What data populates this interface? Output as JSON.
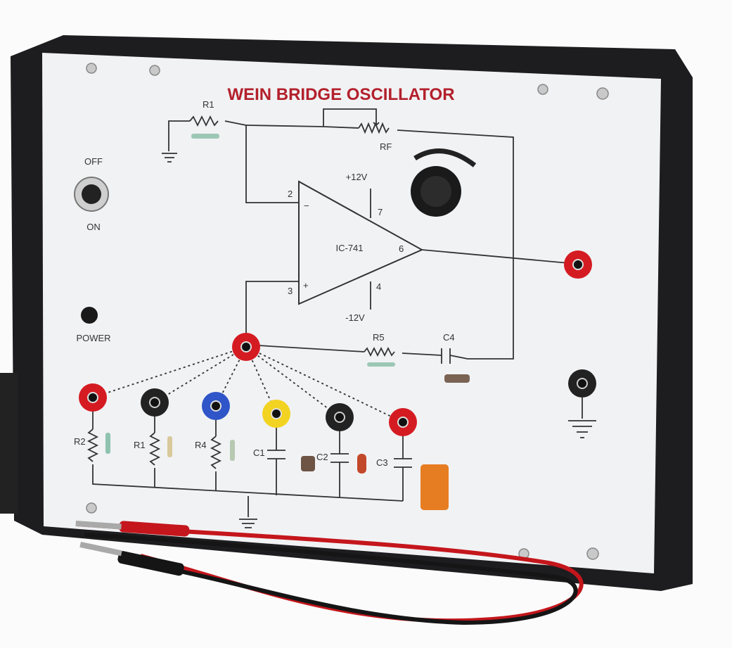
{
  "panel": {
    "title": "WEIN BRIDGE OSCILLATOR",
    "title_color": "#b3202c",
    "switch": {
      "off_label": "OFF",
      "on_label": "ON"
    },
    "power_label": "POWER",
    "opamp": {
      "name": "IC-741",
      "vplus": "+12V",
      "vminus": "-12V",
      "pins": {
        "inv": "2",
        "noninv": "3",
        "vcc": "7",
        "vee": "4",
        "out": "6"
      },
      "inv_sign": "−",
      "noninv_sign": "+"
    },
    "components": {
      "r1_top": "R1",
      "rf": "RF",
      "r5": "R5",
      "c4": "C4",
      "bottom": [
        "R2",
        "R1",
        "R4",
        "C1",
        "C2",
        "C3"
      ]
    },
    "jack_colors": [
      "#d51b22",
      "#222222",
      "#2f55c8",
      "#f2d321",
      "#222222",
      "#d51b22"
    ]
  }
}
